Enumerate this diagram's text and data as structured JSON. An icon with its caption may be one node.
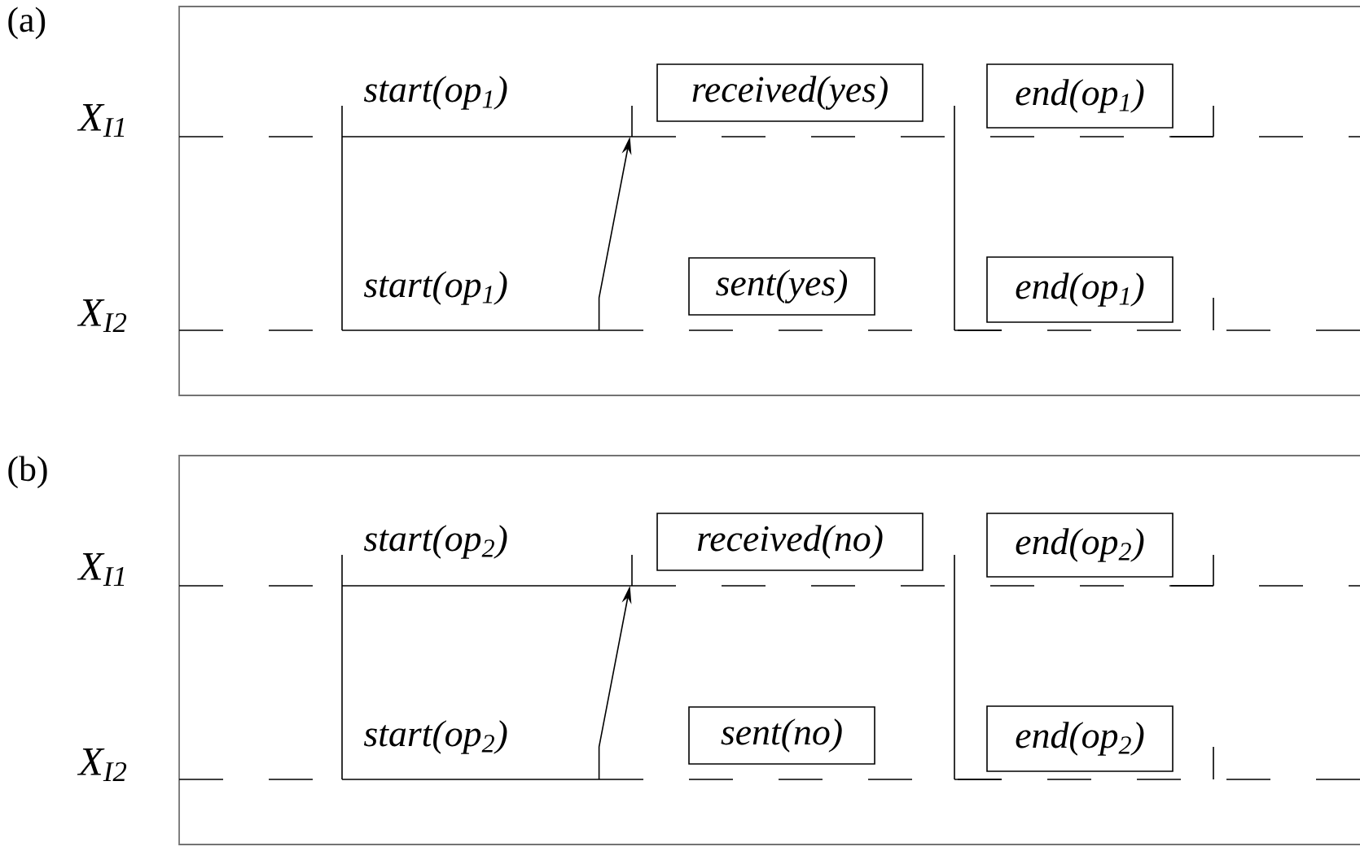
{
  "diagram": {
    "nodes": [
      {
        "text": [
          "(a)"
        ]
      },
      {
        "text": [],
        "shape": "line",
        "in": 0
      },
      {
        "text": [
          "received(yes)"
        ],
        "in": 0
      },
      {
        "text": [
          "end(op$_{1}$)"
        ],
        "in": 0
      },
      {
        "text": [],
        "shape": "line",
        "in": 0
      },
      {
        "text": [
          "sent(yes)"
        ],
        "in": 0
      },
      {
        "text": [
          "end(op$_{1}$)"
        ],
        "in": 0
      },
      {
        "text": [
          "(b)"
        ]
      },
      {
        "text": [],
        "shape": "line",
        "in": 7
      },
      {
        "text": [
          "received(no)"
        ],
        "in": 7
      },
      {
        "text": [
          "end(op$_{2}$)"
        ],
        "in": 7
      },
      {
        "text": [],
        "shape": "line",
        "in": 7
      },
      {
        "text": [
          "sent(no)"
        ],
        "in": 7
      },
      {
        "text": [
          "end(op$_{2}$)"
        ],
        "in": 7
      }
    ],
    "edges": [
      {
        "from": 4,
        "to": 1,
        "arrow": "to"
      },
      {
        "from": 11,
        "to": 8,
        "arrow": "to"
      }
    ],
    "labels": [
      "start(op$_{1}$)",
      "X$_{I1}$",
      "start(op$_{1}$)",
      "X$_{I2}$",
      "start(op$_{2}$)",
      "X$_{I1}$",
      "start(op$_{2}$)",
      "X$_{I2}$"
    ]
  }
}
